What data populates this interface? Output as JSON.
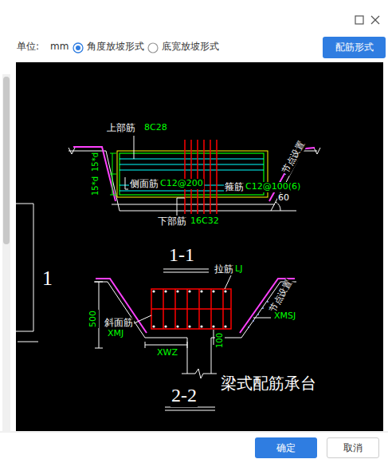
{
  "diagram": {
    "nodes": [
      {
        "text": [
          "配筋形式"
        ]
      },
      {
        "text": [
          "确定"
        ]
      },
      {
        "text": [
          "取消"
        ]
      }
    ],
    "labels": [
      "单位:",
      "mm",
      "角度放坡形式",
      "底宽放坡形式",
      "上部筋",
      "8C28",
      "15*d",
      "15*d",
      "侧面筋",
      "C12@200",
      "箍筋",
      "C12@100(6)",
      "节点设置",
      "60",
      "下部筋",
      "16C32",
      "1-1",
      "1",
      "拉筋",
      "LJ",
      "节点设置",
      "500",
      "斜面筋",
      "XMJ",
      "XMSJ",
      "XWZ",
      "100",
      "梁式配筋承台",
      "2-2"
    ]
  }
}
